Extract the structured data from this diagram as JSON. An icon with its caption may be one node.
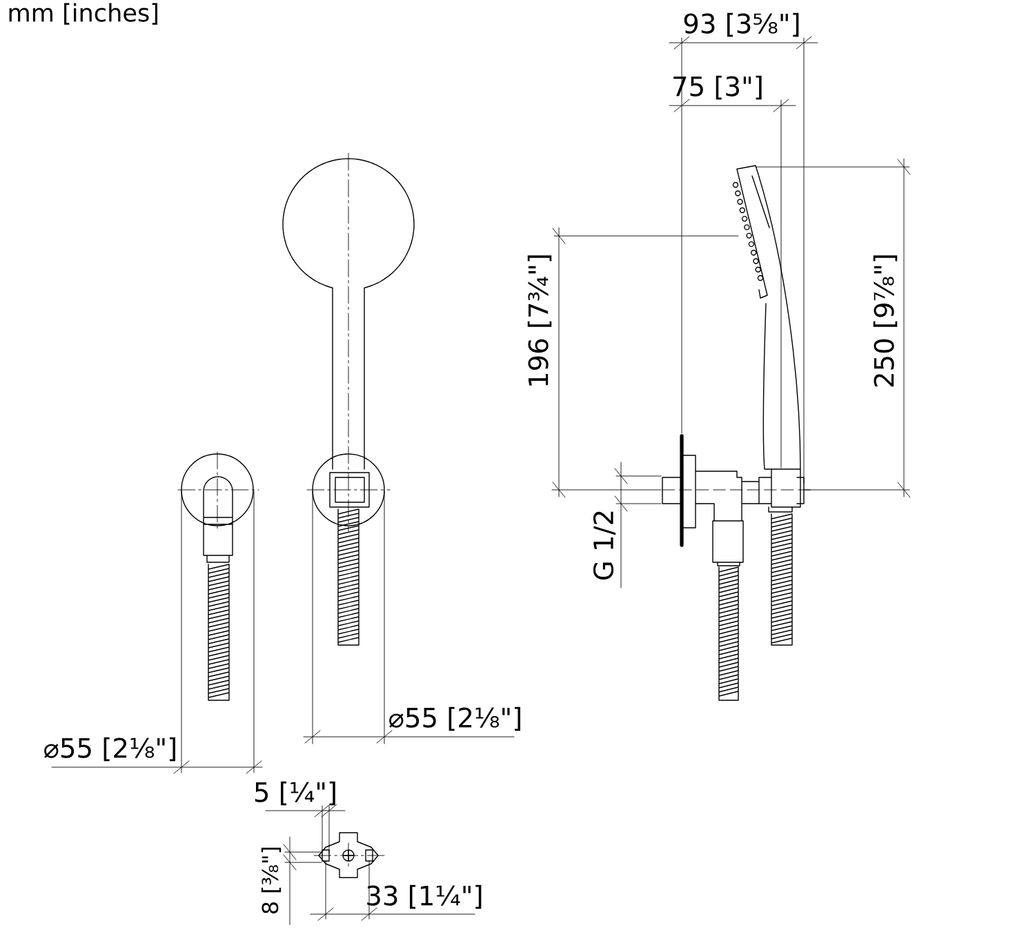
{
  "diagram": {
    "labels": [
      "mm [inches]",
      "93 [3⅝\"]",
      "75 [3\"]",
      "196 [7¾\"]",
      "250 [9⅞\"]",
      "G 1/2",
      "⌀55 [2⅛\"]",
      "⌀55 [2⅛\"]",
      "5 [¼\"]",
      "8 [⅜\"]",
      "33 [1¼\"]"
    ]
  }
}
